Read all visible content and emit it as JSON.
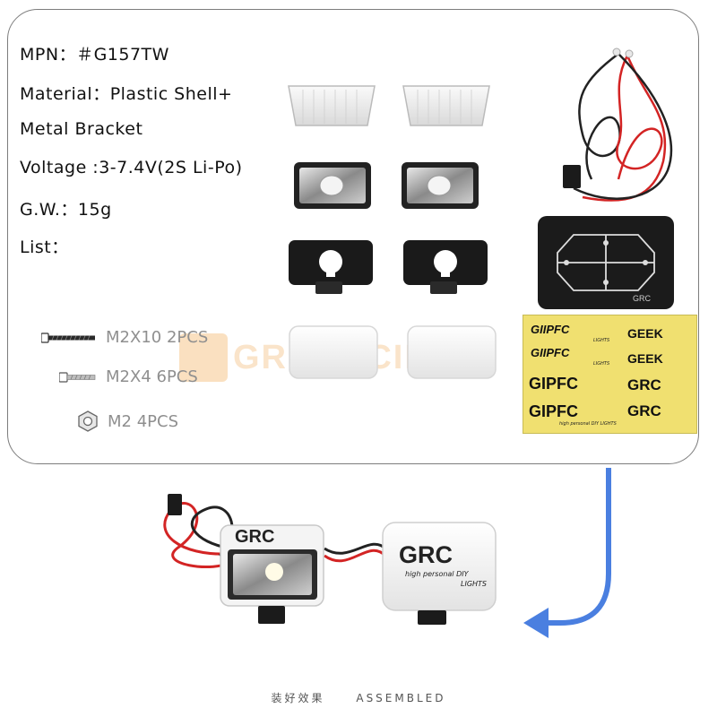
{
  "specs": [
    "MPN：＃G157TW",
    "Material：Plastic Shell+",
    "Metal Bracket",
    "Voltage :3-7.4V(2S Li-Po)",
    "G.W.：15g",
    "List："
  ],
  "parts": [
    {
      "label": "M2X10 2PCS",
      "icon": "long-screw-icon"
    },
    {
      "label": "M2X4 6PCS",
      "icon": "short-screw-icon"
    },
    {
      "label": "M2  4PCS",
      "icon": "hex-nut-icon"
    }
  ],
  "watermark": "GRCRACING",
  "bracket_plate_text": "GRC",
  "stickers": {
    "gipfc_italic": "GIIPFC",
    "gipfc_italic_sub": "LIGHTS",
    "geek": "GEEK",
    "gipfc": "GIPFC",
    "grc": "GRC",
    "gipfc_sub": "high personal DIY LIGHTS"
  },
  "assembled_cover": {
    "brand": "GRC",
    "tagline": "high personal DIY",
    "tagline2": "LIGHTS"
  },
  "footer": {
    "chinese": "装好效果",
    "english": "ASSEMBLED"
  },
  "colors": {
    "arrow": "#4a7fe0",
    "card_border": "#7d7d7d",
    "sticker_bg": "#f0e070",
    "wire_red": "#d32424"
  }
}
